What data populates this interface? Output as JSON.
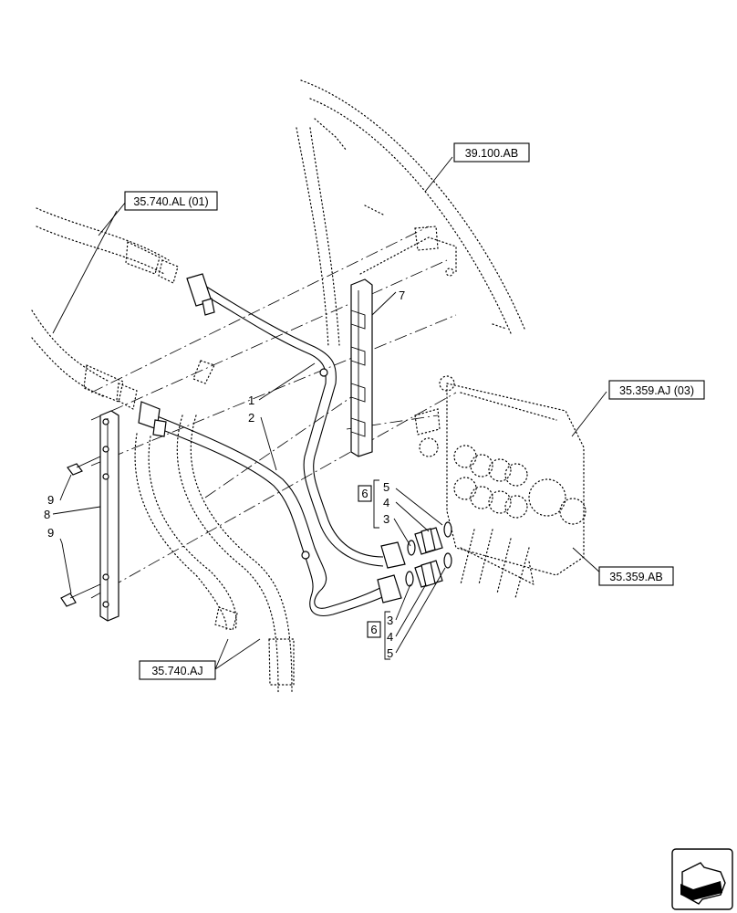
{
  "references": {
    "ref_39_100_ab": "39.100.AB",
    "ref_35_740_al": "35.740.AL (01)",
    "ref_35_359_aj": "35.359.AJ (03)",
    "ref_35_359_ab": "35.359.AB",
    "ref_35_740_aj": "35.740.AJ"
  },
  "callouts": {
    "c1": "1",
    "c2": "2",
    "c7": "7",
    "c8": "8",
    "c9_top": "9",
    "c9_bottom": "9",
    "kit_upper": {
      "box": "6",
      "a": "5",
      "b": "4",
      "c": "3"
    },
    "kit_lower": {
      "box": "6",
      "a": "3",
      "b": "4",
      "c": "5"
    }
  },
  "nav_icon": "next-page-arrow-icon"
}
